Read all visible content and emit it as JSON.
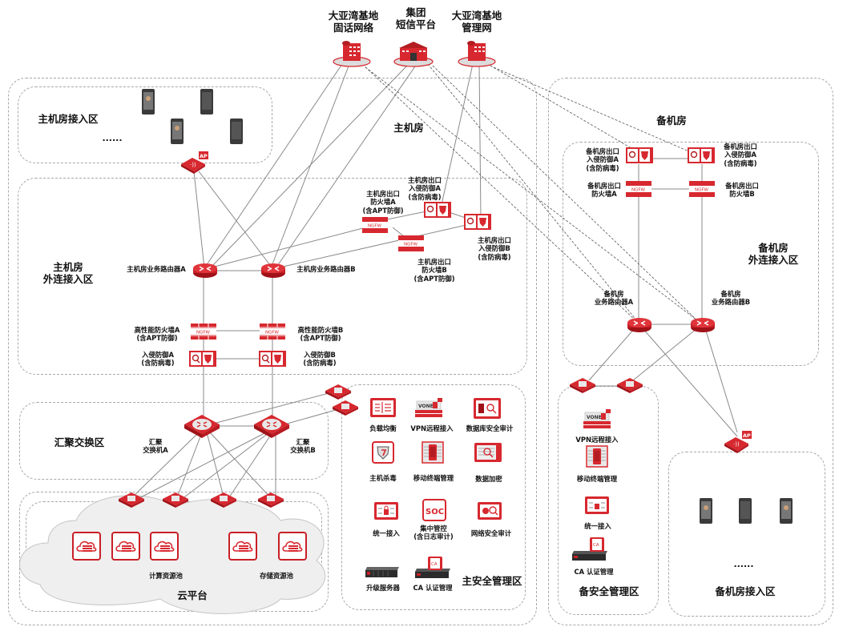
{
  "external": {
    "landline": "大亚湾基地\n固话网络",
    "sms": "集团\n短信平台",
    "mgmt": "大亚湾基地\n管理网"
  },
  "zones": {
    "main_room": "主机房",
    "main_access": "主机房接入区",
    "main_external": "主机房\n外连接入区",
    "aggregation": "汇聚交换区",
    "cloud": "云平台",
    "compute_pool": "计算资源池",
    "storage_pool": "存储资源池",
    "main_security": "主安全管理区",
    "backup_room": "备机房",
    "backup_external": "备机房\n外连接入区",
    "backup_security": "备安全管理区",
    "backup_access": "备机房接入区"
  },
  "main_access": {
    "ellipsis": "......",
    "ap_badge": "AP"
  },
  "main_external": {
    "router_a": "主机房业务路由器A",
    "router_b": "主机房业务路由器B",
    "fw_a": "高性能防火墙A\n(含APT防御)",
    "fw_b": "高性能防火墙B\n(含APT防御)",
    "ips_a": "入侵防御A\n(含防病毒)",
    "ips_b": "入侵防御B\n(含防病毒)",
    "exit_fw_a": "主机房出口\n防火墙A\n(含APT防御)",
    "exit_fw_b": "主机房出口\n防火墙B\n(含APT防御)",
    "exit_ips_a": "主机房出口\n入侵防御A\n(含防病毒)",
    "exit_ips_b": "主机房出口\n入侵防御B\n(含防病毒)",
    "ngfw": "NGFW"
  },
  "aggregation": {
    "switch_a": "汇聚\n交换机A",
    "switch_b": "汇聚\n交换机B"
  },
  "main_security": {
    "items": [
      {
        "label": "负载均衡",
        "icon": "load-balancer-icon"
      },
      {
        "label": "VPN远程接入",
        "icon": "vpn-icon"
      },
      {
        "label": "数据库安全审计",
        "icon": "db-audit-icon"
      },
      {
        "label": "主机杀毒",
        "icon": "host-antivirus-icon"
      },
      {
        "label": "移动终端管理",
        "icon": "mdm-icon"
      },
      {
        "label": "数据加密",
        "icon": "data-encryption-icon"
      },
      {
        "label": "统一接入",
        "icon": "unified-access-icon"
      },
      {
        "label": "集中管控\n(含日志审计)",
        "icon": "soc-icon"
      },
      {
        "label": "网络安全审计",
        "icon": "network-audit-icon"
      },
      {
        "label": "升级服务器",
        "icon": "upgrade-server-icon"
      },
      {
        "label": "CA 认证管理",
        "icon": "ca-icon"
      }
    ],
    "soc_text": "SOC",
    "vpn_text": "VONE",
    "ca_text": "CA"
  },
  "backup_room": {
    "exit_ips_a": "备机房出口\n入侵防御A\n(含防病毒)",
    "exit_ips_b": "备机房出口\n入侵防御A\n(含防病毒)",
    "exit_fw_a": "备机房出口\n防火墙A",
    "exit_fw_b": "备机房出口\n防火墙B",
    "router_a": "备机房\n业务路由器A",
    "router_b": "备机房\n业务路由器B"
  },
  "backup_security": {
    "items": [
      {
        "label": "VPN远程接入",
        "icon": "vpn-icon"
      },
      {
        "label": "移动终端管理",
        "icon": "mdm-icon"
      },
      {
        "label": "统一接入",
        "icon": "unified-access-icon"
      },
      {
        "label": "CA 认证管理",
        "icon": "ca-icon"
      }
    ]
  },
  "backup_access": {
    "ellipsis": "......",
    "ap_badge": "AP"
  },
  "colors": {
    "brand_red": "#d7282f",
    "dark_red": "#a01218",
    "line": "#7a7a7a",
    "zone_border": "#a8a8a8",
    "cloud": "#efefef"
  }
}
